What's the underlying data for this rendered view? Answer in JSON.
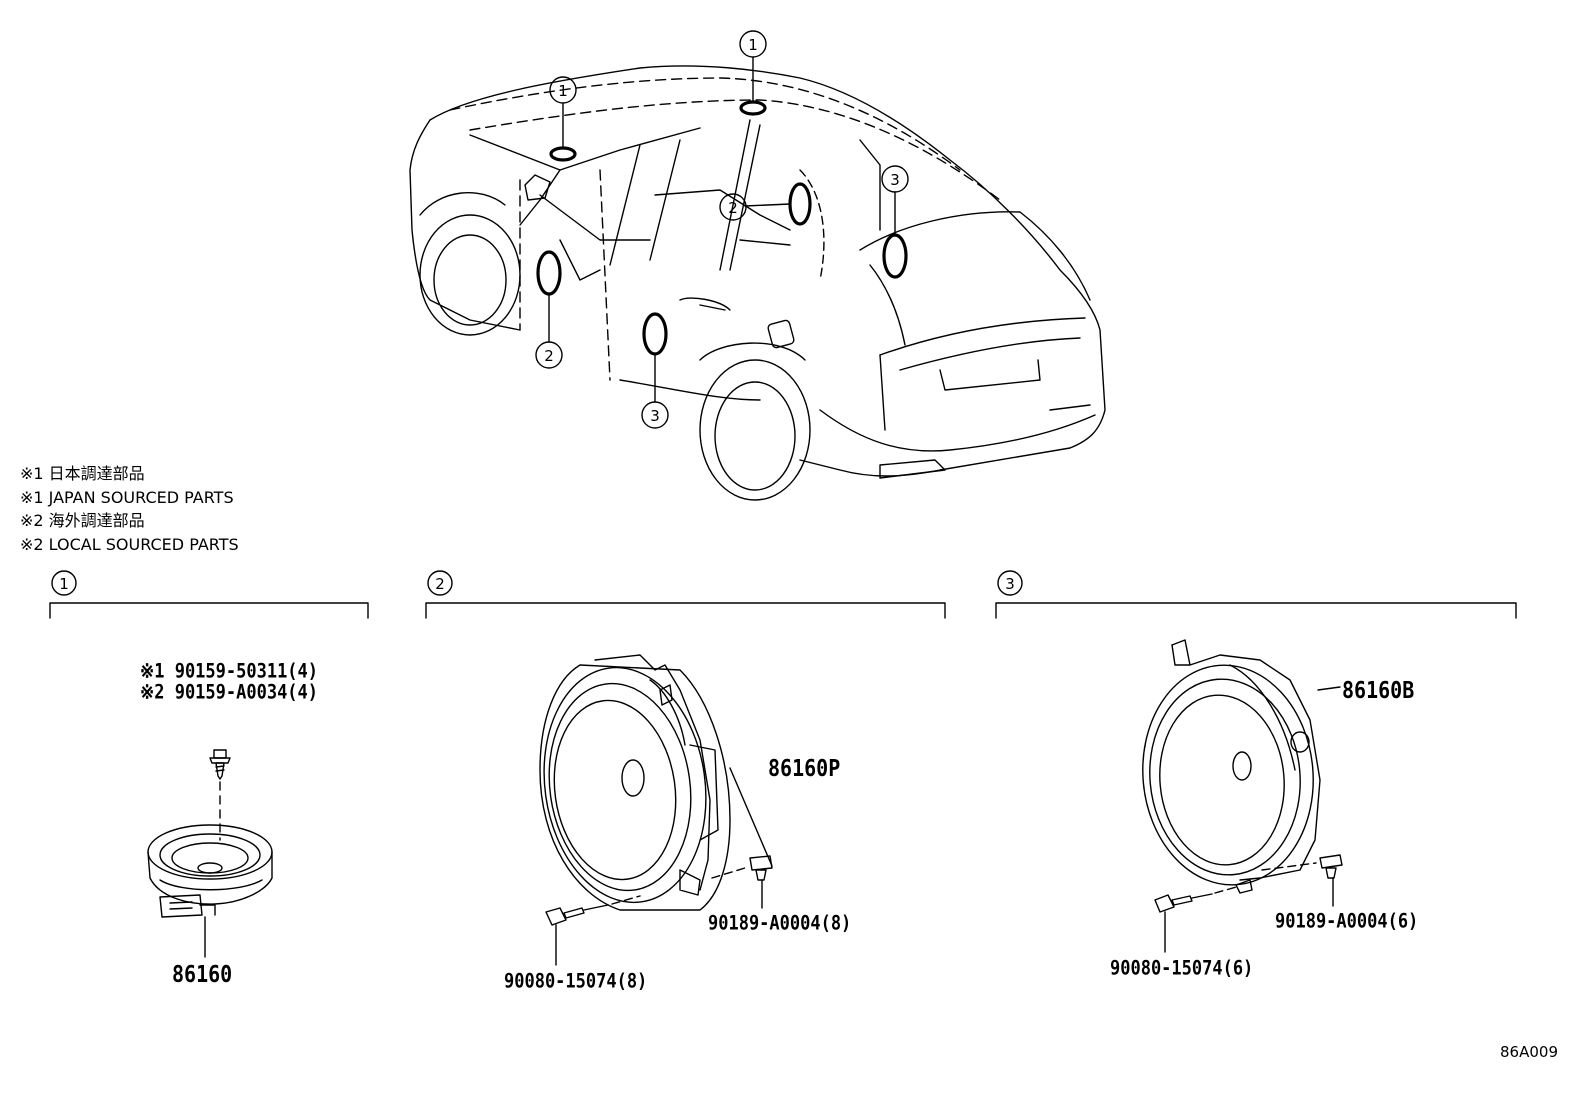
{
  "notes": [
    "※1 日本調達部品",
    "※1 JAPAN SOURCED PARTS",
    "※2 海外調達部品",
    "※2 LOCAL SOURCED PARTS"
  ],
  "callouts": {
    "c1": "1",
    "c2": "2",
    "c3": "3"
  },
  "group1": {
    "screw_note1": "※1 90159-50311(4)",
    "screw_note2": "※2 90159-A0034(4)",
    "speaker_part": "86160"
  },
  "group2": {
    "speaker_part": "86160P",
    "clip_part": "90189-A0004(8)",
    "bolt_part": "90080-15074(8)"
  },
  "group3": {
    "speaker_part": "86160B",
    "clip_part": "90189-A0004(6)",
    "bolt_part": "90080-15074(6)"
  },
  "diagram_ref": "86A009"
}
